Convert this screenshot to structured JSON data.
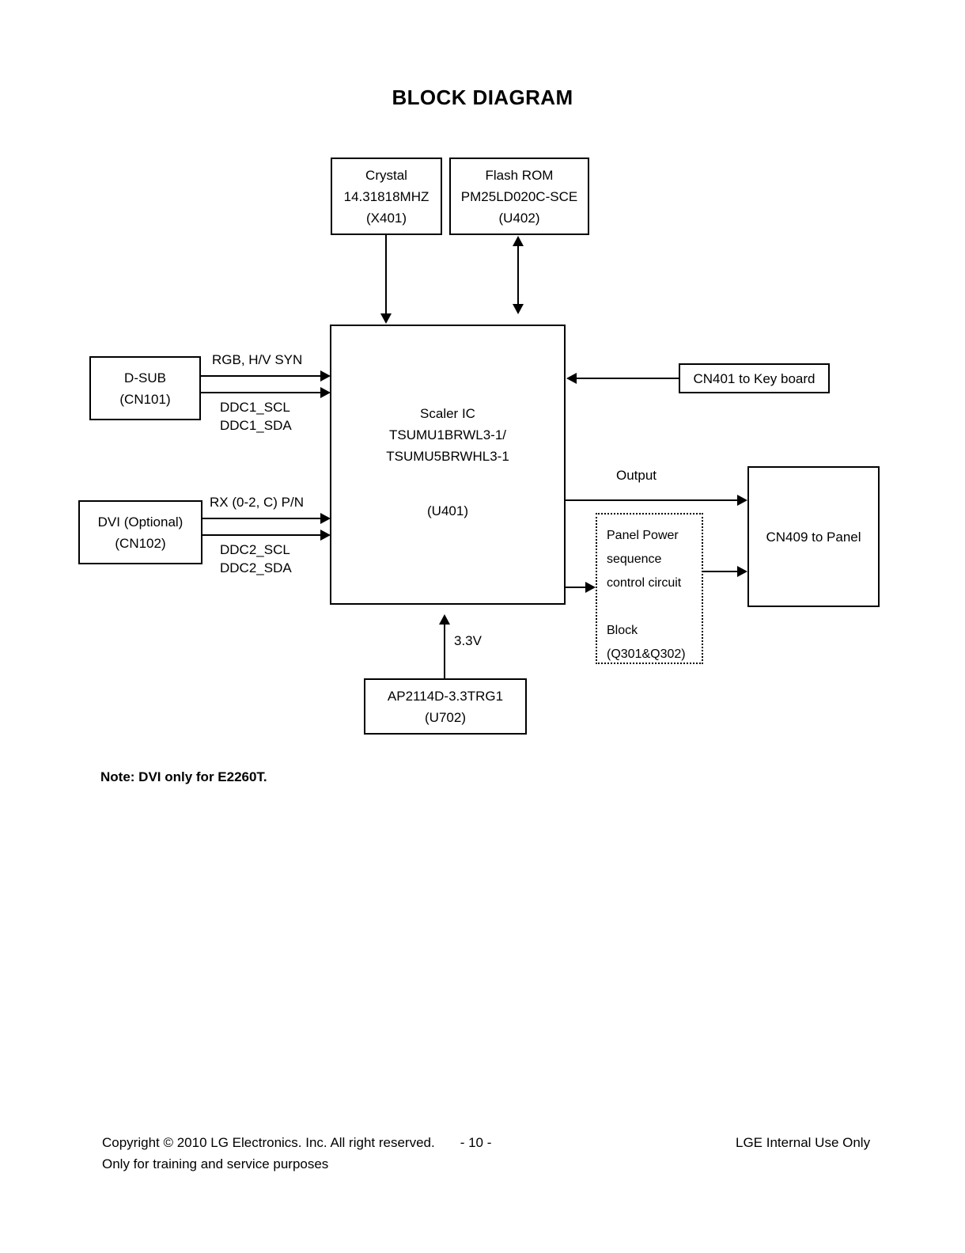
{
  "title": "BLOCK DIAGRAM",
  "blocks": {
    "crystal": {
      "name": "Crystal",
      "lines": [
        "Crystal",
        "14.31818MHZ",
        "(X401)"
      ]
    },
    "flash_rom": {
      "name": "Flash ROM",
      "lines": [
        "Flash ROM",
        "PM25LD020C-SCE",
        "(U402)"
      ]
    },
    "scaler": {
      "name": "Scaler IC",
      "lines": [
        "Scaler IC",
        "TSUMU1BRWL3-1/",
        "TSUMU5BRWHL3-1"
      ],
      "ref": "(U401)"
    },
    "dsub": {
      "name": "D-SUB",
      "lines": [
        "D-SUB",
        "(CN101)"
      ]
    },
    "dvi": {
      "name": "DVI (Optional)",
      "lines": [
        "DVI (Optional)",
        "(CN102)"
      ]
    },
    "cn401": {
      "name": "CN401 to Key board",
      "lines": [
        "CN401 to Key board"
      ]
    },
    "cn409": {
      "name": "CN409 to Panel",
      "lines": [
        "CN409 to Panel"
      ]
    },
    "panel_power": {
      "name": "Panel Power sequence control circuit Block",
      "lines": [
        "Panel Power",
        "sequence",
        "control circuit",
        "",
        "Block",
        "(Q301&Q302)"
      ]
    },
    "ap2114d": {
      "name": "AP2114D-3.3TRG1",
      "lines": [
        "AP2114D-3.3TRG1",
        "(U702)"
      ]
    }
  },
  "signals": {
    "rgb_hv_syn": "RGB, H/V SYN",
    "ddc1_scl": "DDC1_SCL",
    "ddc1_sda": "DDC1_SDA",
    "rx_0_2_c_pn": "RX (0-2, C) P/N",
    "ddc2_scl": "DDC2_SCL",
    "ddc2_sda": "DDC2_SDA",
    "output": "Output",
    "rail_3v3": "3.3V"
  },
  "note": "Note: DVI only for E2260T.",
  "footer": {
    "copyright": "Copyright © 2010 LG Electronics. Inc. All right reserved.",
    "page_number": "- 10 -",
    "purpose": "Only for training and service purposes",
    "classification": "LGE Internal Use Only"
  },
  "colors": {
    "stroke": "#000000",
    "background": "#ffffff"
  }
}
